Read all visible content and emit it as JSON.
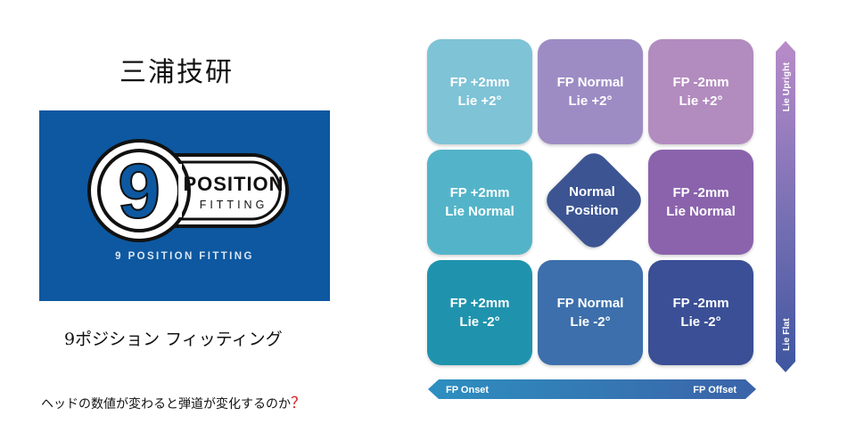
{
  "brand": {
    "title": "三浦技研",
    "logo_digit": "9",
    "logo_word1": "POSITION",
    "logo_word2": "FITTING",
    "logo_caption": "9 POSITION FITTING",
    "panel_color": "#0d58a0"
  },
  "subtitle": "9ポジション フィッティング",
  "question": {
    "text": "ヘッドの数値が変わると弾道が変化するのか",
    "mark": "？"
  },
  "grid": {
    "cells": [
      {
        "line1": "FP +2mm",
        "line2": "Lie +2°",
        "color": "#7ec3d6"
      },
      {
        "line1": "FP Normal",
        "line2": "Lie +2°",
        "color": "#9d8cc4"
      },
      {
        "line1": "FP -2mm",
        "line2": "Lie +2°",
        "color": "#b28bbf"
      },
      {
        "line1": "FP +2mm",
        "line2": "Lie Normal",
        "color": "#53b4c9"
      },
      {
        "line1": "FP -2mm",
        "line2": "Lie Normal",
        "color": "#8b63ad"
      },
      {
        "line1": "FP +2mm",
        "line2": "Lie -2°",
        "color": "#1f93ad"
      },
      {
        "line1": "FP Normal",
        "line2": "Lie -2°",
        "color": "#3c6fab"
      },
      {
        "line1": "FP -2mm",
        "line2": "Lie -2°",
        "color": "#3a4f95"
      }
    ],
    "center": {
      "line1": "Normal",
      "line2": "Position",
      "color": "#3c5492"
    }
  },
  "axes": {
    "x_left": "FP Onset",
    "x_right": "FP Offset",
    "y_top": "Lie Upright",
    "y_bottom": "Lie Flat"
  }
}
